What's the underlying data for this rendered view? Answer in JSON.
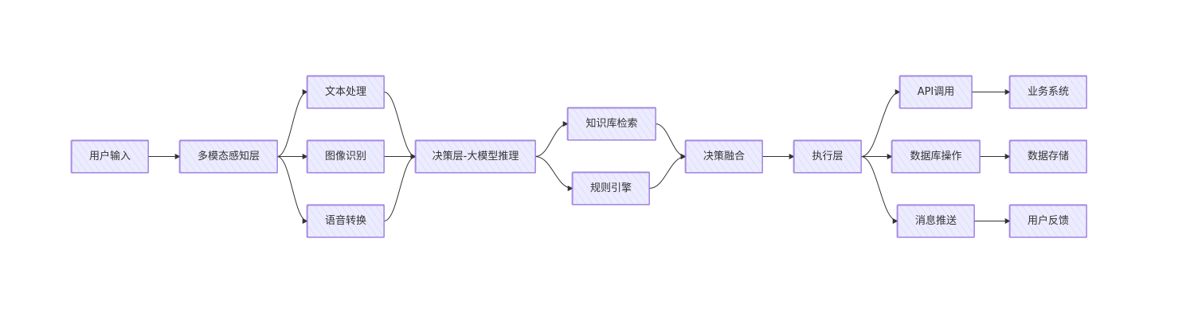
{
  "nodes": [
    {
      "id": "user_input",
      "label": "用户输入"
    },
    {
      "id": "perception",
      "label": "多模态感知层"
    },
    {
      "id": "text",
      "label": "文本处理"
    },
    {
      "id": "image",
      "label": "图像识别"
    },
    {
      "id": "speech",
      "label": "语音转换"
    },
    {
      "id": "decision",
      "label": "决策层-大模型推理"
    },
    {
      "id": "kb",
      "label": "知识库检索"
    },
    {
      "id": "rules",
      "label": "规则引擎"
    },
    {
      "id": "fusion",
      "label": "决策融合"
    },
    {
      "id": "exec",
      "label": "执行层"
    },
    {
      "id": "api",
      "label": "API调用"
    },
    {
      "id": "db",
      "label": "数据库操作"
    },
    {
      "id": "msg",
      "label": "消息推送"
    },
    {
      "id": "biz",
      "label": "业务系统"
    },
    {
      "id": "store",
      "label": "数据存储"
    },
    {
      "id": "feedback",
      "label": "用户反馈"
    }
  ],
  "edges": [
    {
      "from": "user_input",
      "to": "perception"
    },
    {
      "from": "perception",
      "to": "text"
    },
    {
      "from": "perception",
      "to": "image"
    },
    {
      "from": "perception",
      "to": "speech"
    },
    {
      "from": "text",
      "to": "decision"
    },
    {
      "from": "image",
      "to": "decision"
    },
    {
      "from": "speech",
      "to": "decision"
    },
    {
      "from": "decision",
      "to": "kb"
    },
    {
      "from": "decision",
      "to": "rules"
    },
    {
      "from": "kb",
      "to": "fusion"
    },
    {
      "from": "rules",
      "to": "fusion"
    },
    {
      "from": "fusion",
      "to": "exec"
    },
    {
      "from": "exec",
      "to": "api"
    },
    {
      "from": "exec",
      "to": "db"
    },
    {
      "from": "exec",
      "to": "msg"
    },
    {
      "from": "api",
      "to": "biz"
    },
    {
      "from": "db",
      "to": "store"
    },
    {
      "from": "msg",
      "to": "feedback"
    }
  ]
}
